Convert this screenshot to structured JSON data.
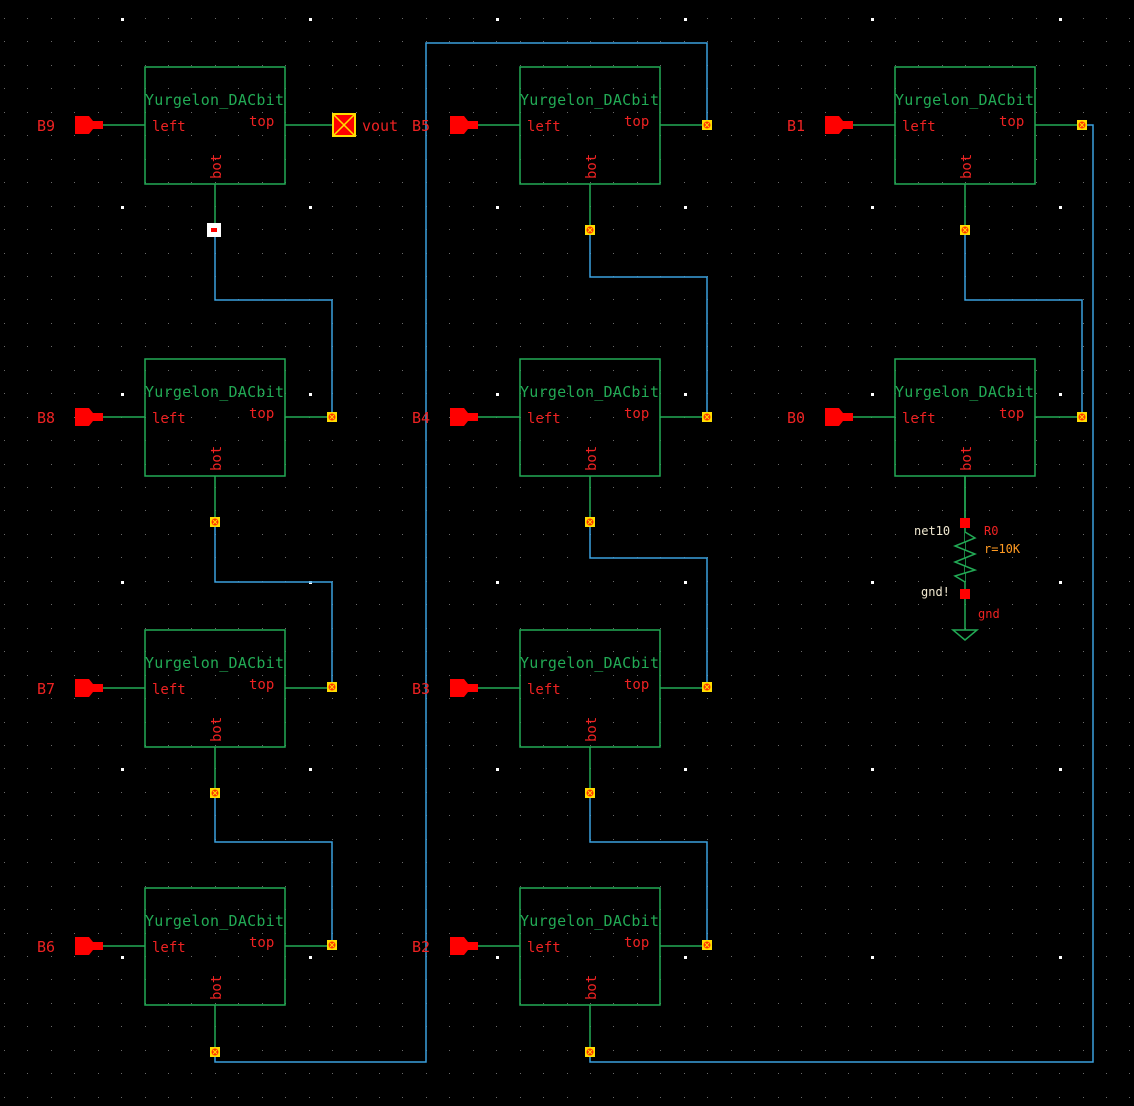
{
  "colors": {
    "background": "#000000",
    "grid": "#6a6a6a",
    "major_grid": "#ffffff",
    "symbol": "#22aa55",
    "wire": "#3aa0dd",
    "pin": "#ff0000",
    "pin_text": "#ee2222",
    "net_label": "#f0e8d0",
    "param": "#ff9a22",
    "junction_fill": "#ffdd00"
  },
  "cells": [
    {
      "id": "I9",
      "cell": "Yurgelon_DACbit",
      "input": "B9",
      "pins": [
        "left",
        "top",
        "bot"
      ]
    },
    {
      "id": "I8",
      "cell": "Yurgelon_DACbit",
      "input": "B8",
      "pins": [
        "left",
        "top",
        "bot"
      ]
    },
    {
      "id": "I7",
      "cell": "Yurgelon_DACbit",
      "input": "B7",
      "pins": [
        "left",
        "top",
        "bot"
      ]
    },
    {
      "id": "I6",
      "cell": "Yurgelon_DACbit",
      "input": "B6",
      "pins": [
        "left",
        "top",
        "bot"
      ]
    },
    {
      "id": "I5",
      "cell": "Yurgelon_DACbit",
      "input": "B5",
      "pins": [
        "left",
        "top",
        "bot"
      ]
    },
    {
      "id": "I4",
      "cell": "Yurgelon_DACbit",
      "input": "B4",
      "pins": [
        "left",
        "top",
        "bot"
      ]
    },
    {
      "id": "I3",
      "cell": "Yurgelon_DACbit",
      "input": "B3",
      "pins": [
        "left",
        "top",
        "bot"
      ]
    },
    {
      "id": "I2",
      "cell": "Yurgelon_DACbit",
      "input": "B2",
      "pins": [
        "left",
        "top",
        "bot"
      ]
    },
    {
      "id": "I1",
      "cell": "Yurgelon_DACbit",
      "input": "B1",
      "pins": [
        "left",
        "top",
        "bot"
      ]
    },
    {
      "id": "I0",
      "cell": "Yurgelon_DACbit",
      "input": "B0",
      "pins": [
        "left",
        "top",
        "bot"
      ]
    }
  ],
  "output_pin": "vout",
  "resistor": {
    "name": "R0",
    "value": "r=10K",
    "top_net": "net10",
    "bottom_net": "gnd!",
    "ground": "gnd"
  }
}
